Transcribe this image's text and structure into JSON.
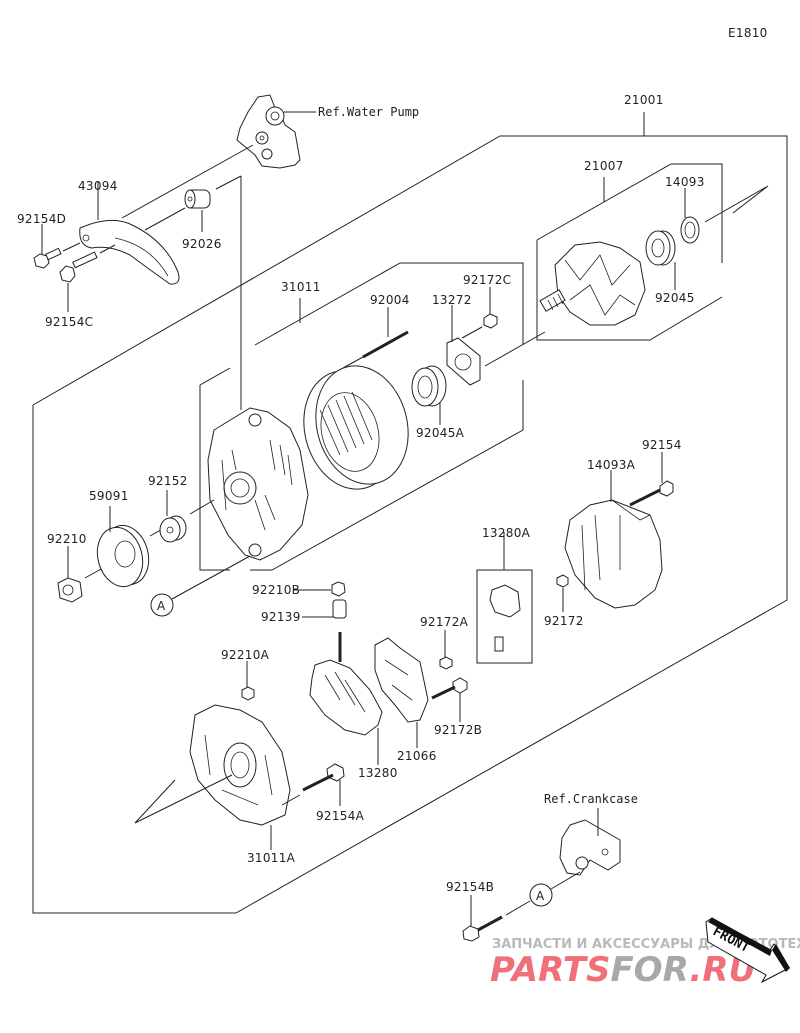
{
  "diagram": {
    "code": "E1810",
    "title": "Alternator assembly exploded view",
    "references": {
      "water_pump": "Ref.Water Pump",
      "crankcase": "Ref.Crankcase"
    },
    "callout_marker": "A",
    "front_label": "FRONT",
    "parts": {
      "p21001": "21001",
      "p21007": "21007",
      "p14093": "14093",
      "p92045": "92045",
      "p43094": "43094",
      "p92154D": "92154D",
      "p92154C": "92154C",
      "p92026": "92026",
      "p31011": "31011",
      "p92004": "92004",
      "p13272": "13272",
      "p92172C": "92172C",
      "p92045A": "92045A",
      "p92152": "92152",
      "p59091": "59091",
      "p92210": "92210",
      "p14093A": "14093A",
      "p92154": "92154",
      "p13280A": "13280A",
      "p92172": "92172",
      "p92210B": "92210B",
      "p92139": "92139",
      "p92172A": "92172A",
      "p92210A": "92210A",
      "p92172B": "92172B",
      "p21066": "21066",
      "p13280": "13280",
      "p92154A": "92154A",
      "p31011A": "31011A",
      "p92154B": "92154B"
    }
  },
  "watermark": {
    "line1": "ЗАПЧАСТИ И АКСЕССУАРЫ ДЛЯ МОТОТЕХНИКИ",
    "brand_part1": "PARTS",
    "brand_part2": "FOR",
    "brand_part3": ".RU",
    "colors": {
      "red": "#f0707a",
      "gray": "#a8a8a8"
    }
  }
}
